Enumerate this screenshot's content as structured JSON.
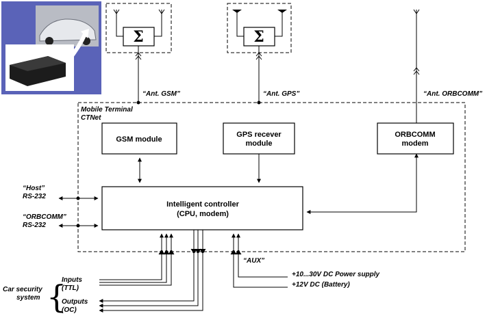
{
  "labels": {
    "ant_gsm": "“Ant. GSM”",
    "ant_gps": "“Ant. GPS”",
    "ant_orbcomm": "“Ant. ORBCOMM”",
    "terminal_line1": "Mobile Terminal",
    "terminal_line2": "CTNet",
    "gsm_module": "GSM module",
    "gps_line1": "GPS recever",
    "gps_line2": "module",
    "orbcomm_line1": "ORBCOMM",
    "orbcomm_line2": "modem",
    "controller_line1": "Intelligent controller",
    "controller_line2": "(CPU, modem)",
    "host_line1": "“Host”",
    "host_line2": "RS-232",
    "orbcomm_rs_line1": "“ORBCOMM”",
    "orbcomm_rs_line2": "RS-232",
    "aux": "“AUX”",
    "power_supply": "+10...30V DC Power supply",
    "battery": "+12V DC  (Battery)",
    "car_security_line1": "Car security",
    "car_security_line2": "system",
    "inputs_line1": "Inputs",
    "inputs_line2": "(TTL)",
    "outputs_line1": "Outputs",
    "outputs_line2": "(OC)",
    "sigma": "Σ",
    "brace": "{"
  },
  "colors": {
    "photo_bg": "#5a63b8",
    "line": "#000000"
  }
}
